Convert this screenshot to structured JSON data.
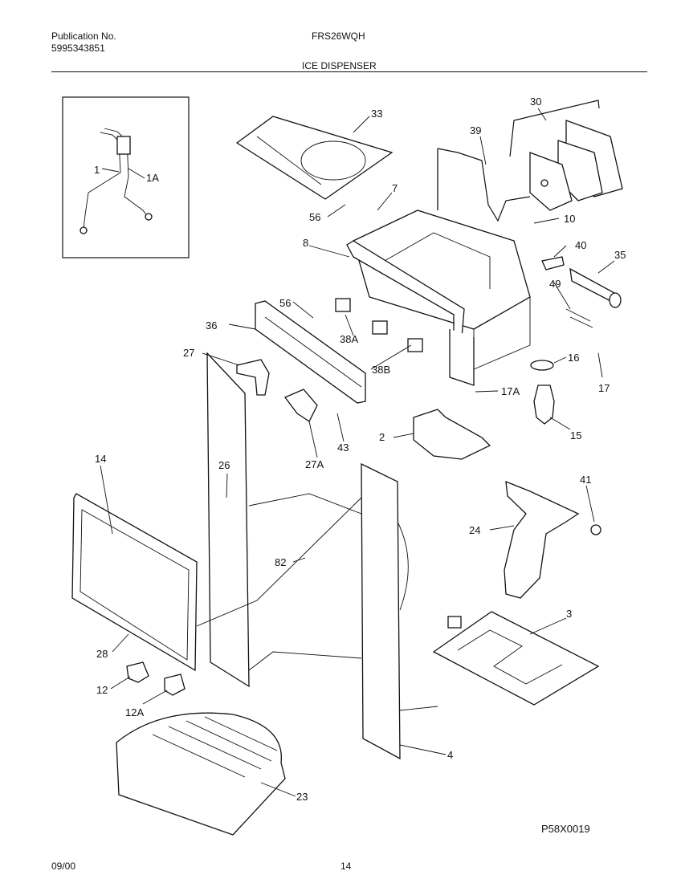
{
  "header": {
    "publication_label": "Publication No.",
    "publication_number": "5995343851",
    "model": "FRS26WQH",
    "section_title": "ICE DISPENSER"
  },
  "footer": {
    "date": "09/00",
    "page_number": "14",
    "diagram_code": "P58X0019"
  },
  "callouts": {
    "c1": "1",
    "c1A": "1A",
    "c33": "33",
    "c30": "30",
    "c39": "39",
    "c7": "7",
    "c56a": "56",
    "c10": "10",
    "c8": "8",
    "c40": "40",
    "c35": "35",
    "c49": "49",
    "c56b": "56",
    "c36": "36",
    "c38A": "38A",
    "c38B": "38B",
    "c27": "27",
    "c16": "16",
    "c17A": "17A",
    "c17": "17",
    "c2": "2",
    "c15": "15",
    "c43": "43",
    "c27A": "27A",
    "c14": "14",
    "c26": "26",
    "c41": "41",
    "c24": "24",
    "c82": "82",
    "c3": "3",
    "c28": "28",
    "c12": "12",
    "c12A": "12A",
    "c4": "4",
    "c23": "23"
  }
}
